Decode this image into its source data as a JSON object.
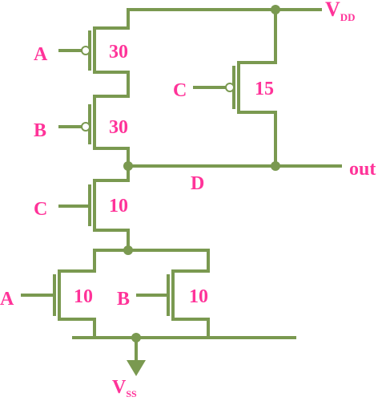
{
  "colors": {
    "wire": "#7a9950",
    "label": "#ff3399",
    "background": "#ffffff"
  },
  "pmos": {
    "a": {
      "input": "A",
      "size": "30"
    },
    "b": {
      "input": "B",
      "size": "30"
    },
    "c": {
      "input": "C",
      "size": "15"
    }
  },
  "nmos": {
    "c": {
      "input": "C",
      "size": "10"
    },
    "a": {
      "input": "A",
      "size": "10"
    },
    "b": {
      "input": "B",
      "size": "10"
    }
  },
  "nodes": {
    "vdd_main": "V",
    "vdd_sub": "DD",
    "vss_main": "V",
    "vss_sub": "SS",
    "out": "out",
    "d": "D"
  }
}
